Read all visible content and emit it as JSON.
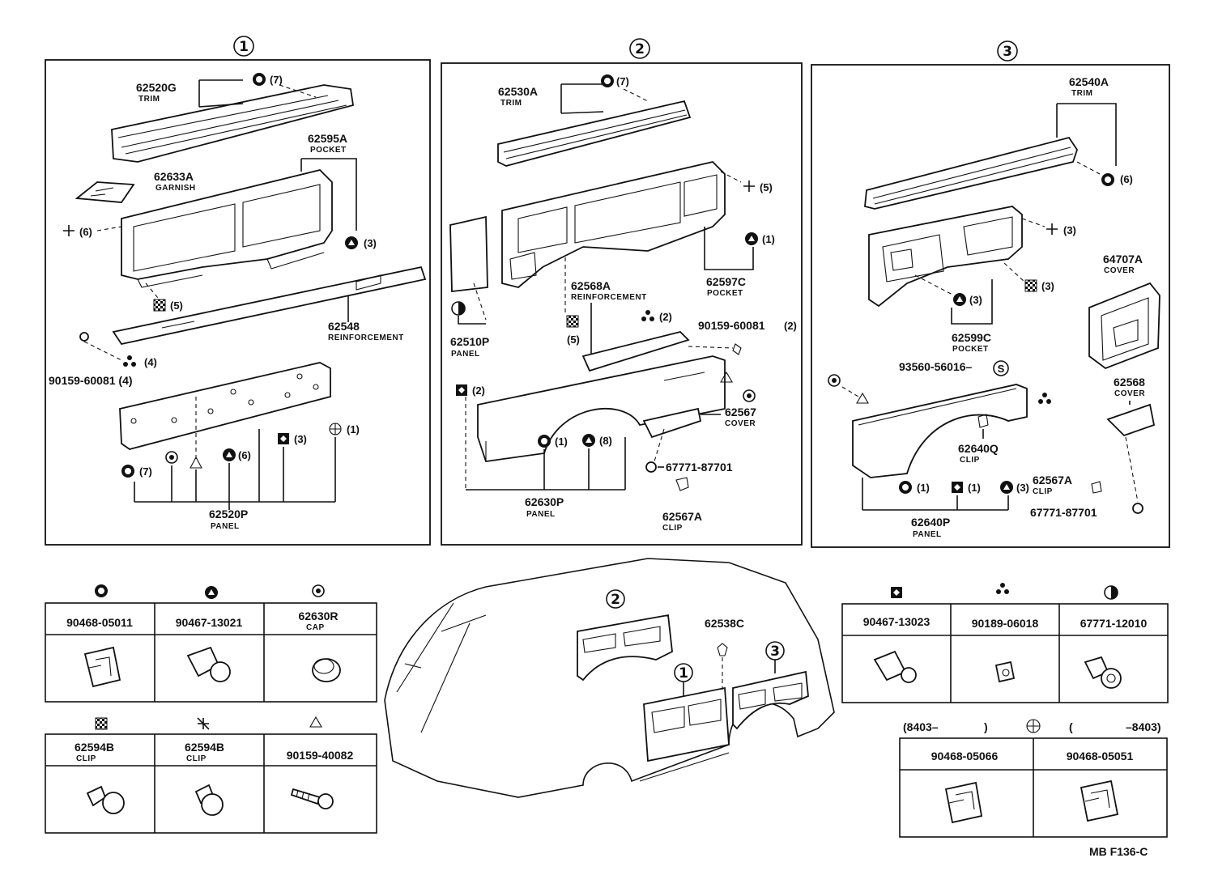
{
  "sections": [
    {
      "number": "1",
      "callouts": [
        {
          "part": "62520G",
          "name": "TRIM",
          "qty": "(7)"
        },
        {
          "part": "62595A",
          "name": "POCKET",
          "qty": "(3)"
        },
        {
          "part": "62633A",
          "name": "GARNISH"
        },
        {
          "qty": "(6)"
        },
        {
          "qty": "(5)"
        },
        {
          "part": "62548",
          "name": "REINFORCEMENT"
        },
        {
          "part": "90159-60081 (4)",
          "qty": "(4)"
        },
        {
          "part": "62520P",
          "name": "PANEL",
          "qtys": [
            "(7)",
            "(6)",
            "(3)",
            "(1)"
          ]
        }
      ]
    },
    {
      "number": "2",
      "callouts": [
        {
          "part": "62530A",
          "name": "TRIM",
          "qty": "(7)"
        },
        {
          "qty": "(5)"
        },
        {
          "qty": "(1)"
        },
        {
          "part": "62597C",
          "name": "POCKET"
        },
        {
          "part": "62568A",
          "name": "REINFORCEMENT"
        },
        {
          "qty": "(2)"
        },
        {
          "part": "90159-60081",
          "qty": "(2)"
        },
        {
          "part": "62510P",
          "name": "PANEL"
        },
        {
          "qty": "(5)"
        },
        {
          "qty": "(2)"
        },
        {
          "part": "62567",
          "name": "COVER"
        },
        {
          "qtys": [
            "(1)",
            "(8)"
          ]
        },
        {
          "part": "62630P",
          "name": "PANEL"
        },
        {
          "part": "67771-87701"
        },
        {
          "part": "62567A",
          "name": "CLIP"
        }
      ]
    },
    {
      "number": "3",
      "callouts": [
        {
          "part": "62540A",
          "name": "TRIM",
          "qty": "(6)"
        },
        {
          "qty": "(3)"
        },
        {
          "part": "64707A",
          "name": "COVER"
        },
        {
          "qty": "(3)"
        },
        {
          "qty": "(3)"
        },
        {
          "part": "62599C",
          "name": "POCKET"
        },
        {
          "part": "93560-56016–"
        },
        {
          "part": "62568",
          "name": "COVER"
        },
        {
          "part": "62640Q",
          "name": "CLIP"
        },
        {
          "qtys": [
            "(1)",
            "(1)",
            "(3)"
          ]
        },
        {
          "part": "62640P",
          "name": "PANEL"
        },
        {
          "part": "62567A",
          "name": "CLIP"
        },
        {
          "part": "67771-87701"
        }
      ]
    }
  ],
  "symbol_s": "S",
  "vehicle": {
    "labels": [
      "2",
      "1",
      "3"
    ],
    "part": "62538C"
  },
  "fastener_tables": [
    {
      "cells": [
        {
          "symbol": "filled-circle-icon",
          "part": "90468-05011"
        },
        {
          "symbol": "filled-triangle-circle-icon",
          "part": "90467-13021"
        },
        {
          "symbol": "ring-icon",
          "part": "62630R",
          "name": "CAP"
        }
      ]
    },
    {
      "cells": [
        {
          "symbol": "checker-square-icon",
          "part": "62594B",
          "name": "CLIP"
        },
        {
          "symbol": "pinwheel-icon",
          "part": "62594B",
          "name": "CLIP"
        },
        {
          "symbol": "hatched-triangle-icon",
          "part": "90159-40082"
        }
      ]
    },
    {
      "cells": [
        {
          "symbol": "diamond-square-icon",
          "part": "90467-13023"
        },
        {
          "symbol": "three-dots-icon",
          "part": "90189-06018"
        },
        {
          "symbol": "half-circle-icon",
          "part": "67771-12010"
        }
      ]
    },
    {
      "header_left": "(8403–",
      "header_left_close": ")",
      "header_right": "(",
      "header_right_close": "–8403)",
      "symbol": "circled-plus-icon",
      "cells": [
        {
          "part": "90468-05066"
        },
        {
          "part": "90468-05051"
        }
      ]
    }
  ],
  "figure_code": "MB F136-C"
}
